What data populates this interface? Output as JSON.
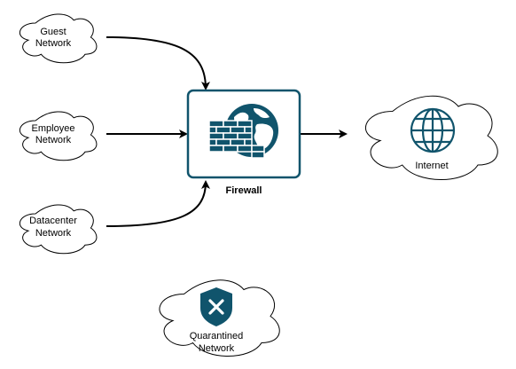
{
  "diagram": {
    "nodes": {
      "guest": {
        "line1": "Guest",
        "line2": "Network"
      },
      "employee": {
        "line1": "Employee",
        "line2": "Network"
      },
      "datacenter": {
        "line1": "Datacenter",
        "line2": "Network"
      },
      "firewall": {
        "label": "Firewall",
        "icon": "firewall-globe-icon"
      },
      "internet": {
        "label": "Internet",
        "icon": "globe-icon"
      },
      "quarantined": {
        "line1": "Quarantined",
        "line2": "Network",
        "icon": "shield-x-icon"
      }
    },
    "edges": [
      {
        "from": "Guest Network",
        "to": "Firewall"
      },
      {
        "from": "Employee Network",
        "to": "Firewall"
      },
      {
        "from": "Datacenter Network",
        "to": "Firewall"
      },
      {
        "from": "Firewall",
        "to": "Internet"
      }
    ],
    "colors": {
      "accent": "#10546C",
      "stroke": "#000000",
      "fill": "#FFFFFF"
    }
  }
}
